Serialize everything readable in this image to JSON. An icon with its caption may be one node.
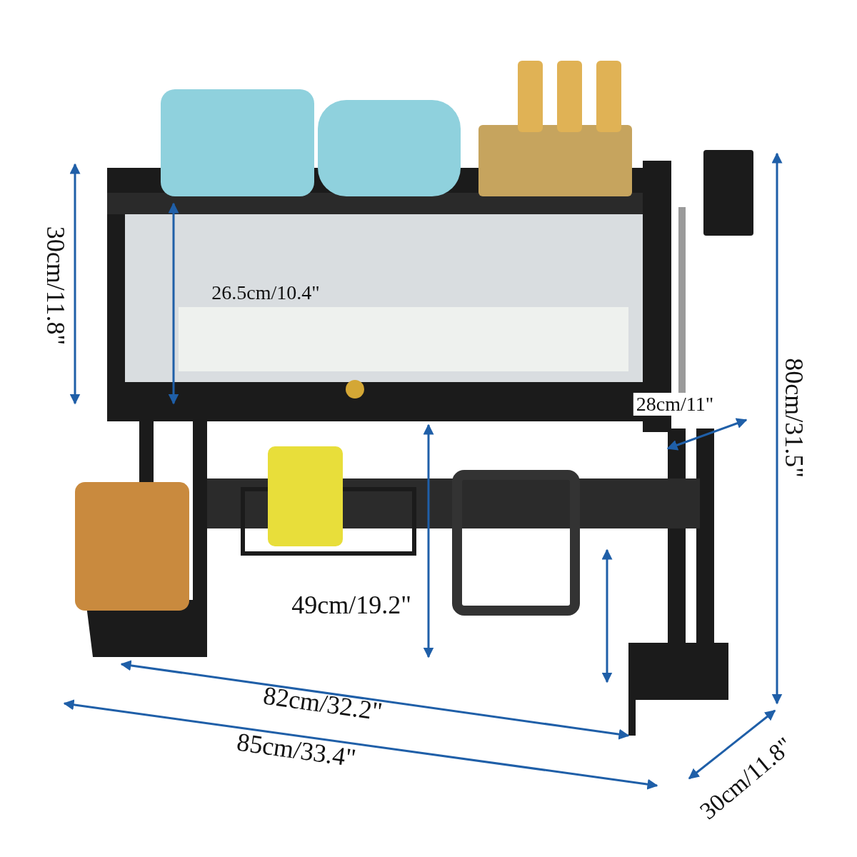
{
  "diagram": {
    "labels": [
      "30cm/11.8\"",
      "26.5cm/10.4\"",
      "80cm/31.5\"",
      "28cm/11\"",
      "49cm/19.2\"",
      "82cm/32.2\"",
      "85cm/33.4\"",
      "30cm/11.8\""
    ]
  }
}
